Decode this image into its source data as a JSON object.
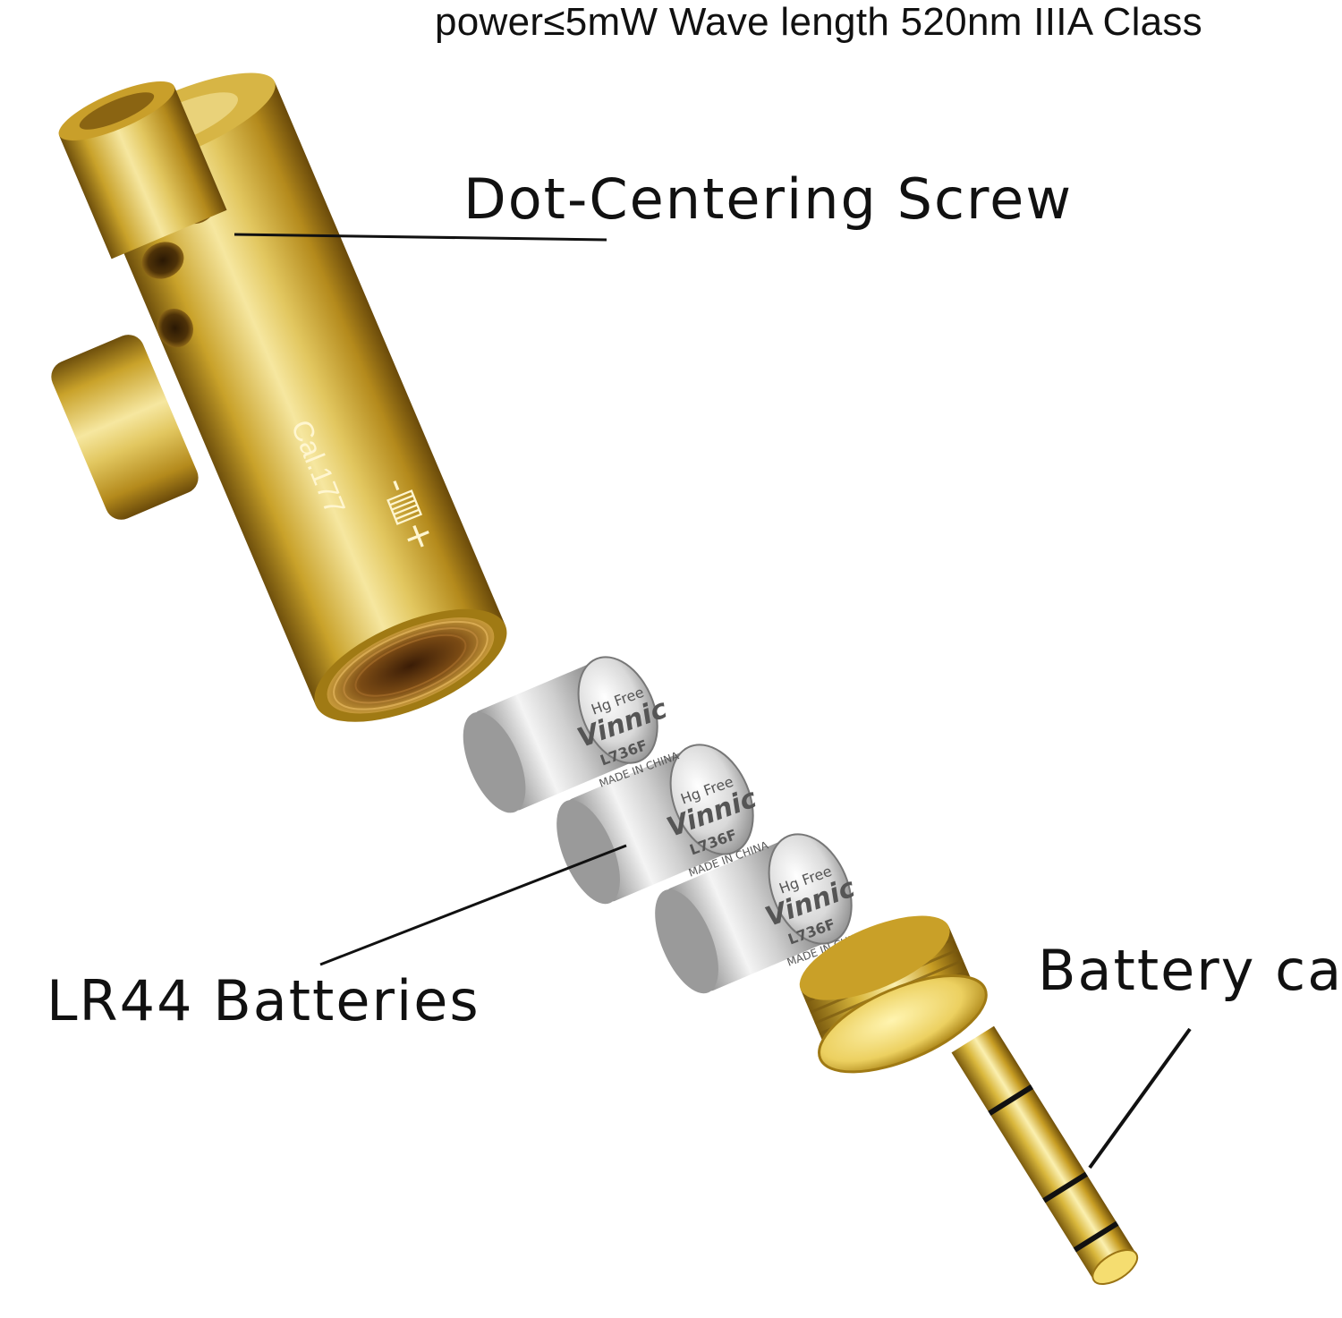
{
  "spec_text": "power≤5mW Wave length 520nm IIIA Class",
  "labels": {
    "dot_centering": "Dot-Centering Screw",
    "batteries": "LR44 Batteries",
    "battery_cap": "Battery cap"
  },
  "engraving": {
    "caliber": "Cal.177",
    "polarity": "-▥+"
  },
  "battery_face": {
    "top": "Hg Free",
    "brand": "Vinnic",
    "model": "L736F",
    "plus": "+",
    "origin": "MADE IN CHINA"
  },
  "colors": {
    "brass_light": "#f3e08a",
    "brass_mid": "#c9a528",
    "brass_dark": "#7a5a10",
    "silver_light": "#f2f2f2",
    "silver_dark": "#8a8a8a"
  }
}
